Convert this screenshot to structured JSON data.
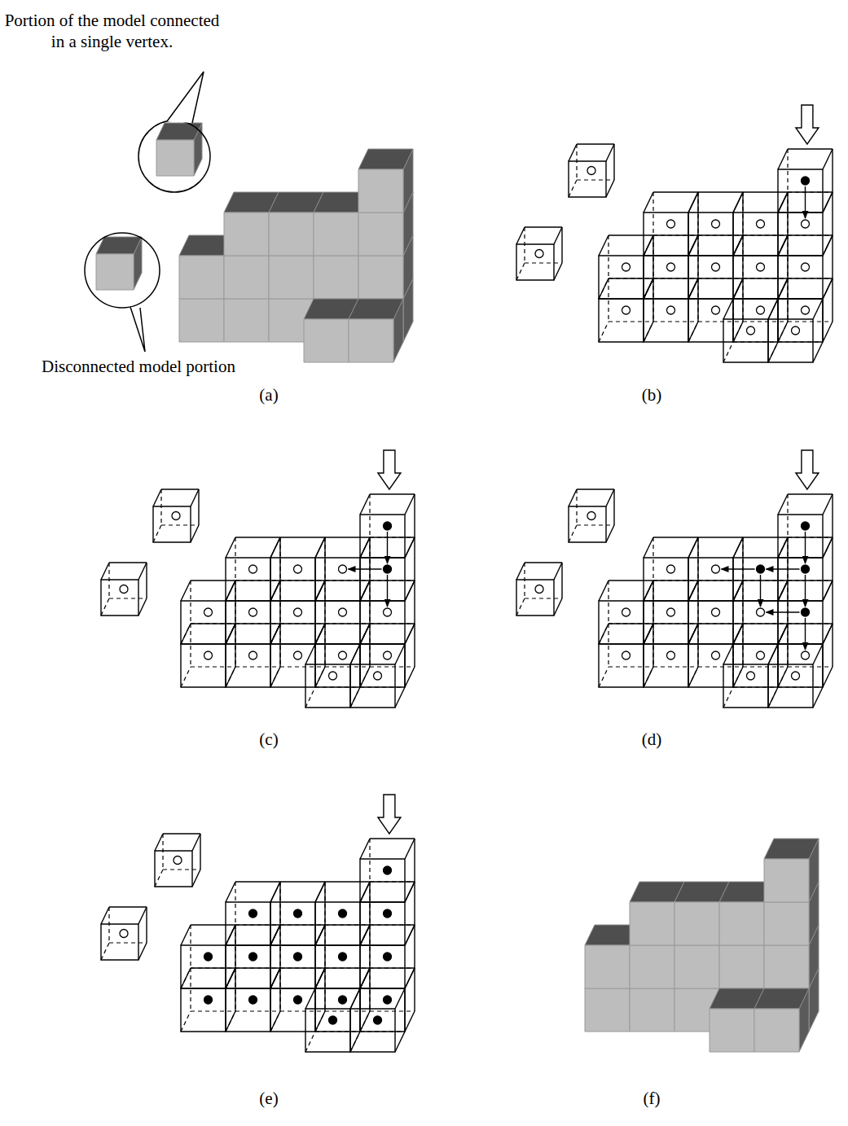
{
  "diagram": {
    "labels": [
      "Portion of the model connected in a single vertex.",
      "Disconnected model portion",
      "(a)",
      "(b)",
      "(c)",
      "(d)",
      "(e)",
      "(f)"
    ]
  }
}
